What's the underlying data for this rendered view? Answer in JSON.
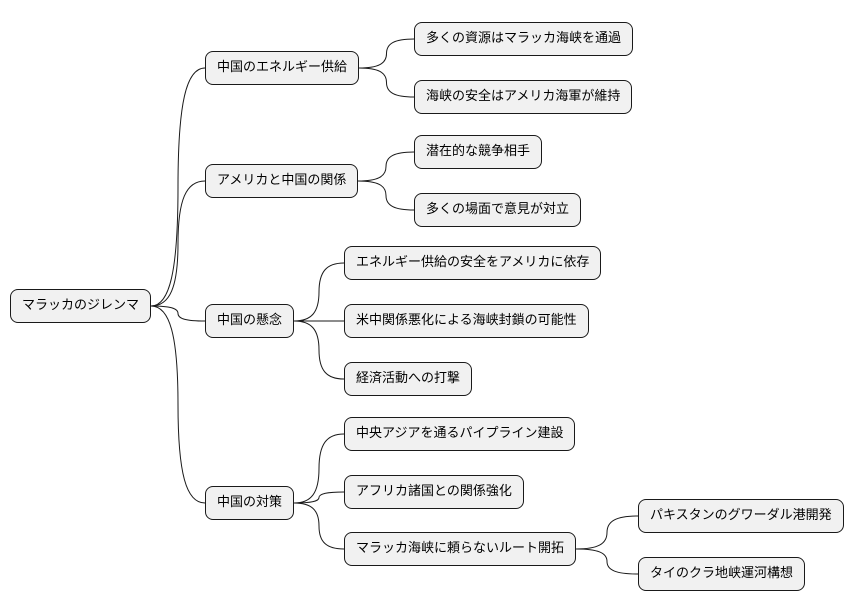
{
  "mindmap": {
    "root": "マラッカのジレンマ",
    "branches": [
      {
        "label": "中国のエネルギー供給",
        "children": [
          {
            "label": "多くの資源はマラッカ海峡を通過"
          },
          {
            "label": "海峡の安全はアメリカ海軍が維持"
          }
        ]
      },
      {
        "label": "アメリカと中国の関係",
        "children": [
          {
            "label": "潜在的な競争相手"
          },
          {
            "label": "多くの場面で意見が対立"
          }
        ]
      },
      {
        "label": "中国の懸念",
        "children": [
          {
            "label": "エネルギー供給の安全をアメリカに依存"
          },
          {
            "label": "米中関係悪化による海峡封鎖の可能性"
          },
          {
            "label": "経済活動への打撃"
          }
        ]
      },
      {
        "label": "中国の対策",
        "children": [
          {
            "label": "中央アジアを通るパイプライン建設"
          },
          {
            "label": "アフリカ諸国との関係強化"
          },
          {
            "label": "マラッカ海峡に頼らないルート開拓",
            "children": [
              {
                "label": "パキスタンのグワーダル港開発"
              },
              {
                "label": "タイのクラ地峡運河構想"
              }
            ]
          }
        ]
      }
    ]
  }
}
